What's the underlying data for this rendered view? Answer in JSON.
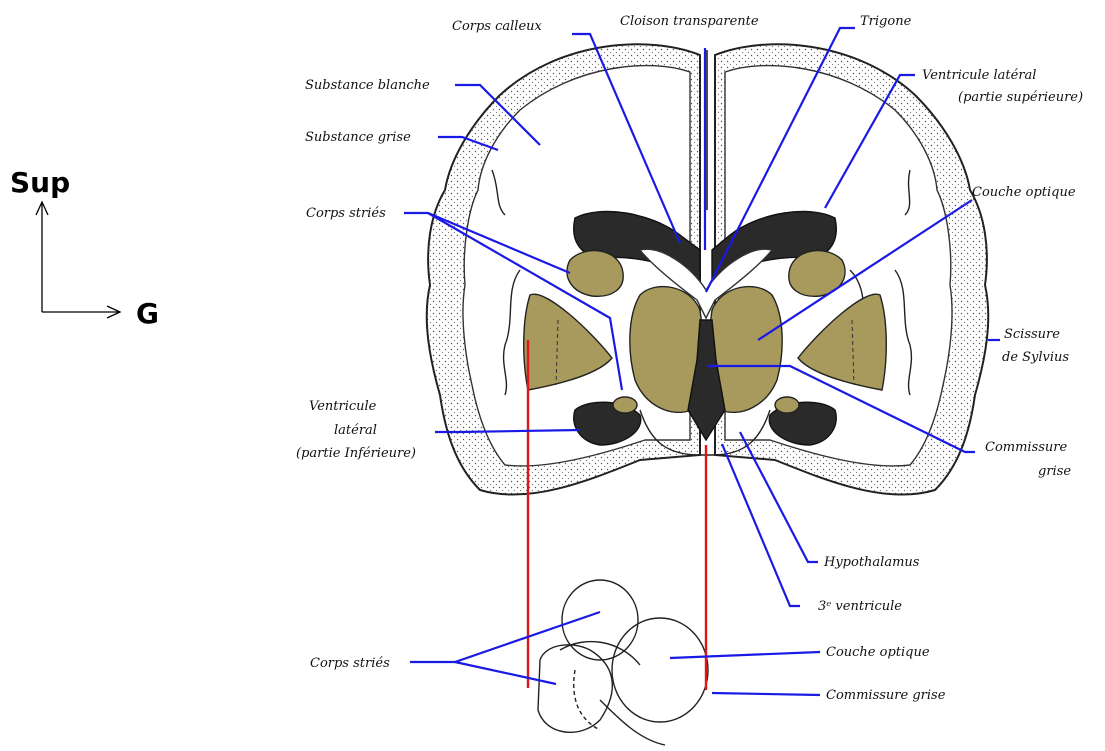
{
  "colors": {
    "olive": "#a89a5c",
    "dark_ventricle": "#2a2a2a",
    "leader_blue": "#1a1ae6",
    "projection_red": "#e01515"
  },
  "orientation": {
    "up": "Sup",
    "right": "G"
  },
  "labels": {
    "corps_calleux": "Corps calleux",
    "cloison_transparente": "Cloison transparente",
    "trigone": "Trigone",
    "substance_blanche": "Substance blanche",
    "substance_grise": "Substance grise",
    "ventricule_lateral_sup_1": "Ventricule latéral",
    "ventricule_lateral_sup_2": "(partie supérieure)",
    "corps_stries_top": "Corps striés",
    "couche_optique_top": "Couche optique",
    "scissure_1": "Scissure",
    "scissure_2": "de Sylvius",
    "ventricule_lateral_inf_1": "Ventricule",
    "ventricule_lateral_inf_2": "latéral",
    "ventricule_lateral_inf_3": "(partie Inférieure)",
    "commissure_grise_1": "Commissure",
    "commissure_grise_2": "grise",
    "hypothalamus": "Hypothalamus",
    "troisieme_ventricule": "3ᵉ ventricule",
    "corps_stries_bottom": "Corps striés",
    "couche_optique_bottom": "Couche optique",
    "commissure_grise_bottom": "Commissure grise"
  }
}
